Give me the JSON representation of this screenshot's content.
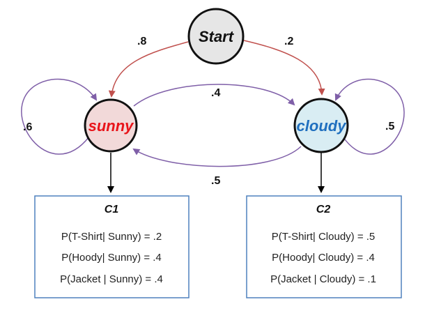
{
  "nodes": {
    "start": {
      "label": "Start",
      "fill": "#e6e6e6",
      "stroke": "#111111",
      "text_color": "#111111"
    },
    "sunny": {
      "label": "sunny",
      "fill": "#f2d9d9",
      "stroke": "#111111",
      "text_color": "#e8141a"
    },
    "cloudy": {
      "label": "cloudy",
      "fill": "#d9edf3",
      "stroke": "#111111",
      "text_color": "#1f6fbf"
    }
  },
  "edges": {
    "start_to_sunny": ".8",
    "start_to_cloudy": ".2",
    "sunny_to_cloudy": ".4",
    "cloudy_to_sunny": ".5",
    "sunny_self": ".6",
    "cloudy_self": ".5"
  },
  "colors": {
    "start_edge": "#c0504d",
    "transition_edge": "#7f5fa8",
    "emission_edge": "#000000",
    "box_border": "#4f81bd"
  },
  "emissions": {
    "c1": {
      "title": "C1",
      "lines": [
        "P(T-Shirt| Sunny) = .2",
        "P(Hoody| Sunny) = .4",
        "P(Jacket | Sunny) = .4"
      ]
    },
    "c2": {
      "title": "C2",
      "lines": [
        "P(T-Shirt| Cloudy) = .5",
        "P(Hoody| Cloudy) = .4",
        "P(Jacket | Cloudy) = .1"
      ]
    }
  }
}
